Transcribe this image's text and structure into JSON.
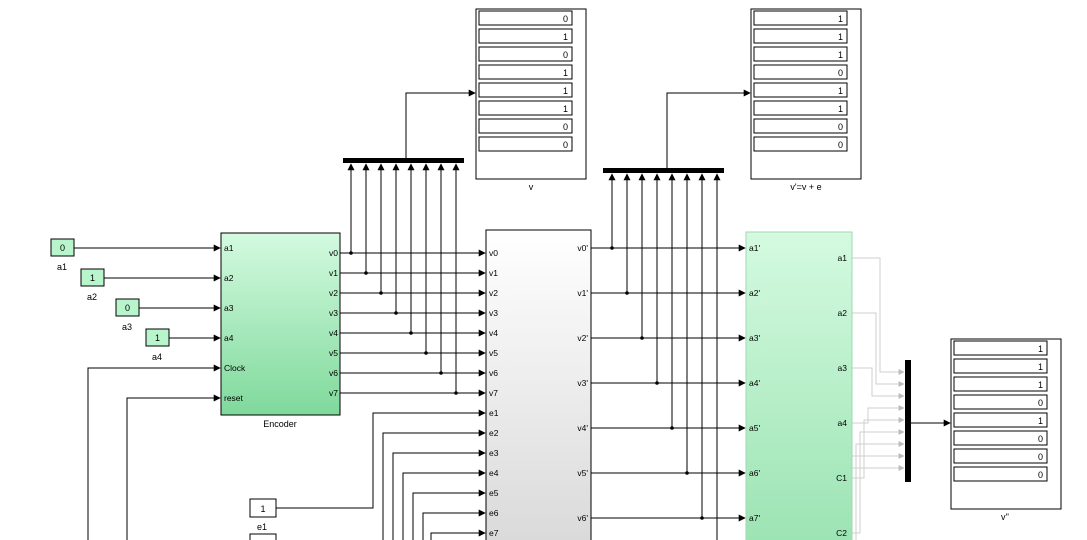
{
  "sources": [
    {
      "id": "a1",
      "value": "0",
      "label": "a1"
    },
    {
      "id": "a2",
      "value": "1",
      "label": "a2"
    },
    {
      "id": "a3",
      "value": "0",
      "label": "a3"
    },
    {
      "id": "a4",
      "value": "1",
      "label": "a4"
    },
    {
      "id": "e1",
      "value": "1",
      "label": "e1"
    }
  ],
  "encoder": {
    "name": "Encoder",
    "inputs": [
      "a1",
      "a2",
      "a3",
      "a4",
      "Clock",
      "reset"
    ],
    "outputs": [
      "v0",
      "v1",
      "v2",
      "v3",
      "v4",
      "v5",
      "v6",
      "v7"
    ]
  },
  "channel": {
    "inputs": [
      "v0",
      "v1",
      "v2",
      "v3",
      "v4",
      "v5",
      "v6",
      "v7",
      "e1",
      "e2",
      "e3",
      "e4",
      "e5",
      "e6",
      "e7"
    ],
    "outputs": [
      "v0'",
      "v1'",
      "v2'",
      "v3'",
      "v4'",
      "v5'",
      "v6'"
    ]
  },
  "decoder": {
    "inputs": [
      "a1'",
      "a2'",
      "a3'",
      "a4'",
      "a5'",
      "a6'",
      "a7'"
    ],
    "outputs": [
      "a1",
      "a2",
      "a3",
      "a4",
      "C1",
      "C2"
    ]
  },
  "displays": {
    "v": {
      "label": "v",
      "values": [
        "0",
        "1",
        "0",
        "1",
        "1",
        "1",
        "0",
        "0"
      ]
    },
    "v_prime": {
      "label": "v'=v + e",
      "values": [
        "1",
        "1",
        "1",
        "0",
        "1",
        "1",
        "0",
        "0"
      ]
    },
    "v_dprime": {
      "label": "v''",
      "values": [
        "1",
        "1",
        "1",
        "0",
        "1",
        "0",
        "0",
        "0"
      ]
    }
  },
  "colors": {
    "source_fill": "#b8f5cc",
    "block_green_top": "#d4fae0",
    "block_green_bottom": "#7fd99b",
    "channel_top": "#ffffff",
    "channel_bottom": "#d9d9d9",
    "line": "#000000",
    "line_faint": "#cfcfcf"
  }
}
